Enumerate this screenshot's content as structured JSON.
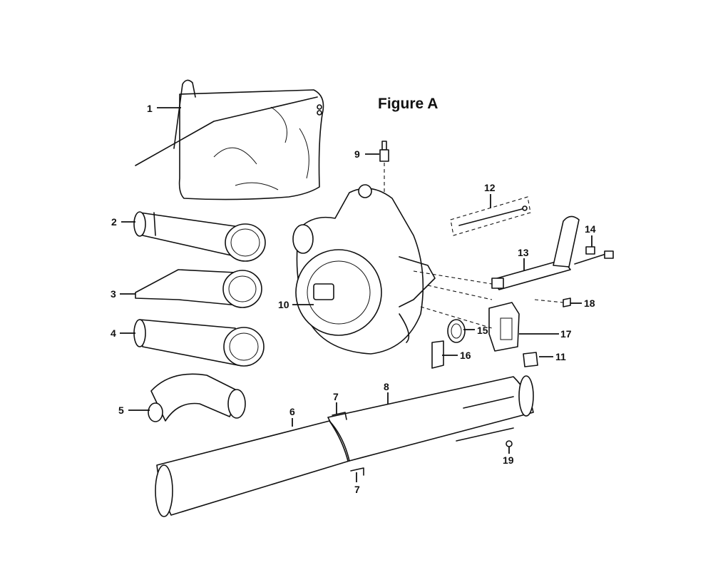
{
  "figure": {
    "title": "Figure A"
  },
  "callouts": {
    "c1": "1",
    "c2": "2",
    "c3": "3",
    "c4": "4",
    "c5": "5",
    "c6": "6",
    "c7a": "7",
    "c7b": "7",
    "c8": "8",
    "c9": "9",
    "c10": "10",
    "c11": "11",
    "c12": "12",
    "c13": "13",
    "c14": "14",
    "c15": "15",
    "c16": "16",
    "c17": "17",
    "c18": "18",
    "c19": "19"
  }
}
